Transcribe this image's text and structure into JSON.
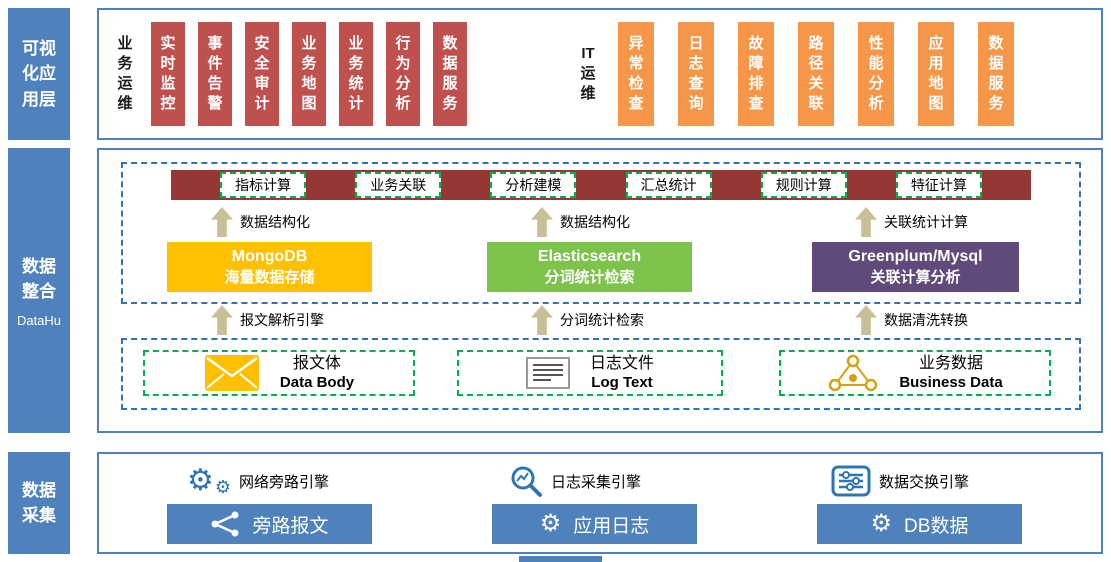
{
  "colors": {
    "accent_blue": "#4F81BD",
    "box_red": "#C0504D",
    "box_orange": "#F79646",
    "bar_dark_red": "#953734",
    "store_yellow": "#FFC000",
    "store_green": "#7DC24B",
    "store_purple": "#604A7B",
    "dashed_blue": "#2E75B6",
    "dashed_green": "#00B050",
    "arrow_tan": "#C9BF97"
  },
  "icons": {
    "gear": "⚙"
  },
  "visualization": {
    "sidebar": "可视化应用层",
    "groups": [
      {
        "label": "业务运维",
        "items": [
          "实时监控",
          "事件告警",
          "安全审计",
          "业务地图",
          "业务统计",
          "行为分析",
          "数据服务"
        ]
      },
      {
        "label": "IT运维",
        "items": [
          "异常检查",
          "日志查询",
          "故障排查",
          "路径关联",
          "性能分析",
          "应用地图",
          "数据服务"
        ]
      }
    ]
  },
  "integration": {
    "sidebar": "数据整合",
    "sidebar_sub": "DataHu",
    "modules": [
      "指标计算",
      "业务关联",
      "分析建模",
      "汇总统计",
      "规则计算",
      "特征计算"
    ],
    "upper_arrows": [
      "数据结构化",
      "数据结构化",
      "关联统计计算"
    ],
    "stores": [
      {
        "name": "MongoDB",
        "desc": "海量数据存储"
      },
      {
        "name": "Elasticsearch",
        "desc": "分词统计检索"
      },
      {
        "name": "Greenplum/Mysql",
        "desc": "关联计算分析"
      }
    ],
    "lower_arrows": [
      "报文解析引擎",
      "分词统计检索",
      "数据清洗转换"
    ],
    "sources": [
      {
        "label": "报文体",
        "sublabel": "Data Body"
      },
      {
        "label": "日志文件",
        "sublabel": "Log Text"
      },
      {
        "label": "业务数据",
        "sublabel": "Business Data"
      }
    ]
  },
  "collection": {
    "sidebar": "数据采集",
    "engines": [
      "网络旁路引擎",
      "日志采集引擎",
      "数据交换引擎"
    ],
    "buttons": [
      "旁路报文",
      "应用日志",
      "DB数据"
    ]
  }
}
